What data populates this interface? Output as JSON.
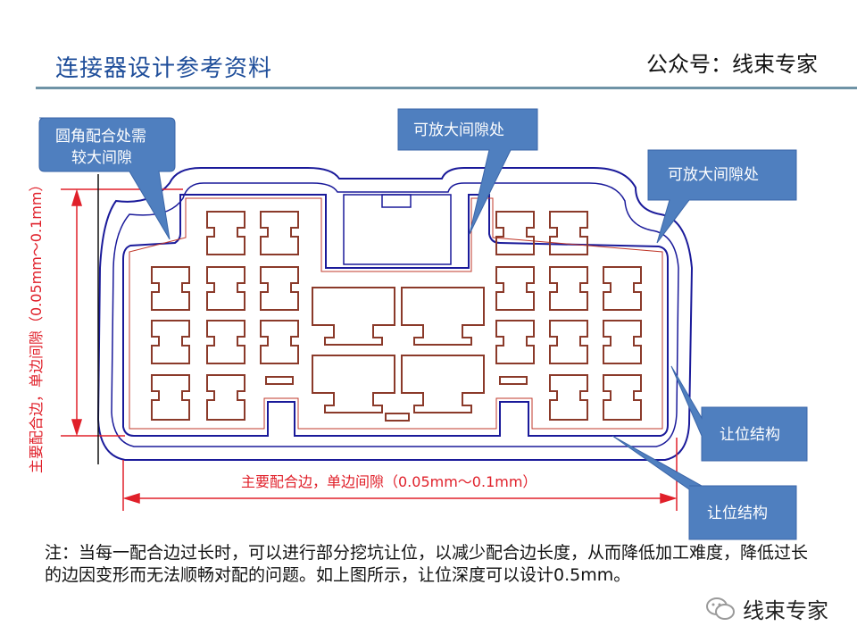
{
  "header": {
    "title": "连接器设计参考资料",
    "account": "公众号：线束专家"
  },
  "callouts": {
    "round_corner": [
      "圆角配合处需",
      "较大间隙"
    ],
    "gap_top": "可放大间隙处",
    "gap_right": "可放大间隙处",
    "relief_1": "让位结构",
    "relief_2": "让位结构"
  },
  "dimensions": {
    "horizontal": "主要配合边，单边间隙（0.05mm～0.1mm）",
    "vertical": "主要配合边，单边间隙（0.05mm～0.1mm）"
  },
  "note": "注：当每一配合边过长时，可以进行部分挖坑让位，以减少配合边长度，从而降低加工难度，降低过长的边因变形而无法顺畅对配的问题。如上图所示，让位深度可以设计0.5mm。",
  "watermark": "线束专家",
  "colors": {
    "title": "#1f4e9a",
    "outline": "#1a1a9a",
    "cavity": "#8b3a2a",
    "dimension": "#e0202a",
    "callout_fill": "#4f7fbf"
  }
}
